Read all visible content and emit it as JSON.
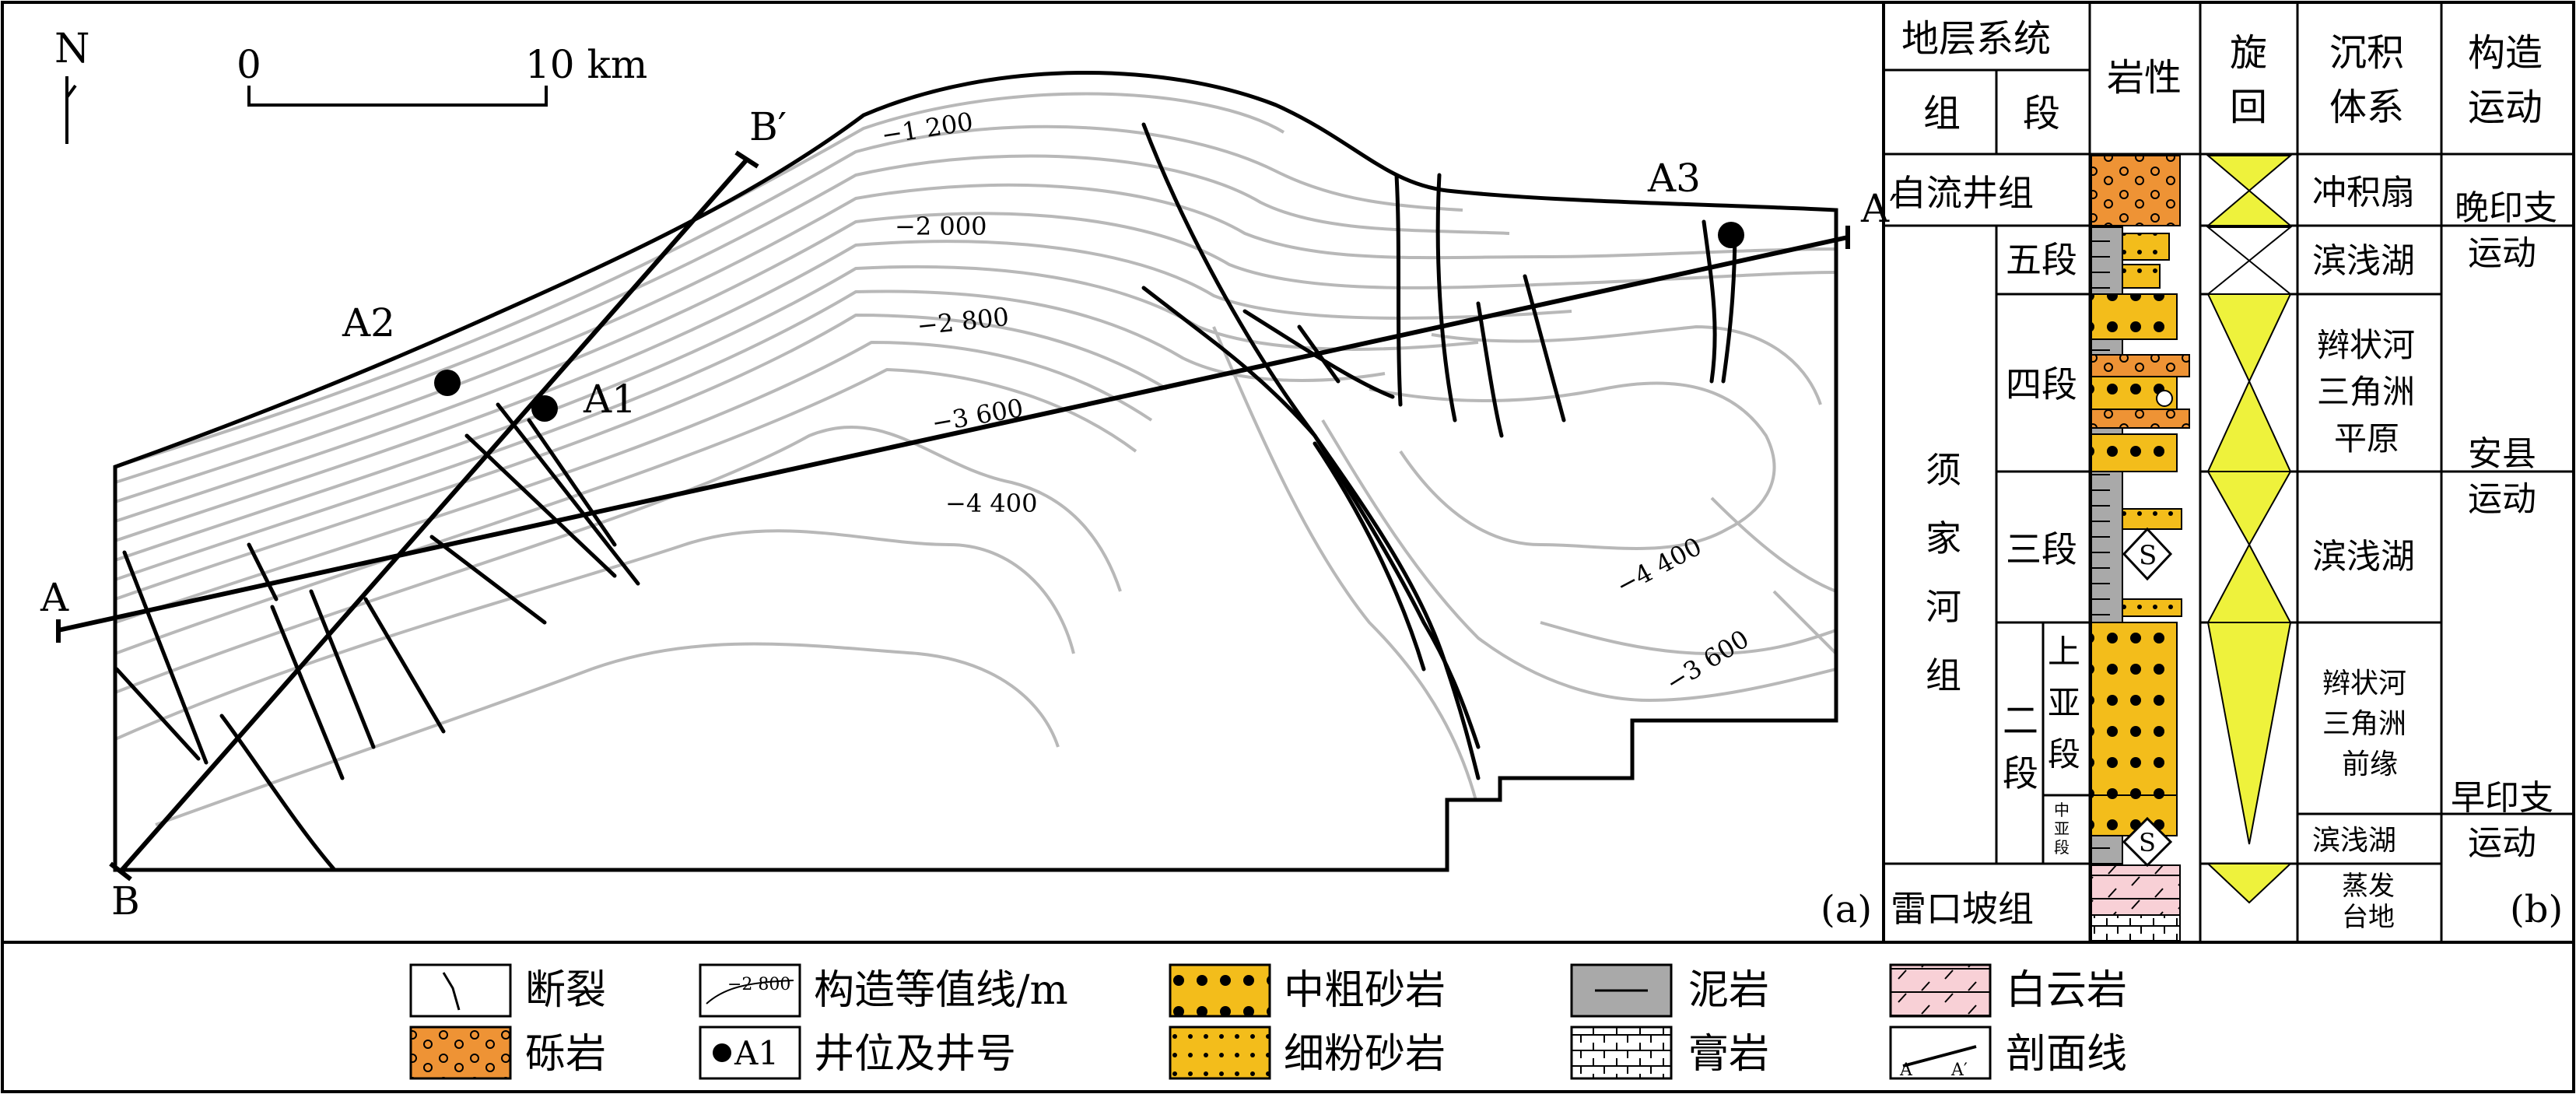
{
  "map": {
    "north": "N",
    "scale": {
      "start": "0",
      "end": "10 km"
    },
    "sections": {
      "a": "A",
      "a_prime": "A′",
      "b": "B",
      "b_prime": "B′"
    },
    "wells": [
      "A1",
      "A2",
      "A3"
    ],
    "contours": [
      "−1 200",
      "−2 000",
      "−2 800",
      "−3 600",
      "−4 400",
      "−4 400",
      "−3 600"
    ],
    "panel": "(a)"
  },
  "column": {
    "header": {
      "system": "地层系统",
      "formation": "组",
      "member": "段",
      "lithology": "岩性",
      "cycle": [
        "旋",
        "回"
      ],
      "sed_system": [
        "沉积",
        "体系"
      ],
      "tectonic": [
        "构造",
        "运动"
      ]
    },
    "formations": {
      "ziliujing": "自流井组",
      "xujiahe": [
        "须",
        "家",
        "河",
        "组"
      ],
      "leikoupo": "雷口坡组"
    },
    "members": {
      "m5": "五段",
      "m4": "四段",
      "m3": "三段",
      "m2": [
        "二",
        "段"
      ],
      "upper": [
        "上",
        "亚",
        "段"
      ],
      "middle": [
        "中",
        "亚",
        "段"
      ]
    },
    "sedimentary": {
      "alluvial_fan": "冲积扇",
      "shore_lake_1": "滨浅湖",
      "braided_plain": [
        "辫状河",
        "三角洲",
        "平原"
      ],
      "shore_lake_2": "滨浅湖",
      "braided_front": [
        "辫状河",
        "三角洲",
        "前缘"
      ],
      "shore_lake_3": "滨浅湖",
      "evap": [
        "蒸发",
        "台地"
      ]
    },
    "tectonic": {
      "late_yinzhi": [
        "晚印支",
        "运动"
      ],
      "anxian": [
        "安县",
        "运动"
      ],
      "early_yinzhi": [
        "早印支",
        "运动"
      ]
    },
    "marker": "S",
    "panel": "(b)"
  },
  "legend": [
    {
      "label": "断裂"
    },
    {
      "label": "构造等值线/m",
      "sample": "−2 800"
    },
    {
      "label": "中粗砂岩"
    },
    {
      "label": "泥岩"
    },
    {
      "label": "白云岩"
    },
    {
      "label": "砾岩"
    },
    {
      "label": "井位及井号",
      "sample": "A1"
    },
    {
      "label": "细粉砂岩"
    },
    {
      "label": "膏岩"
    },
    {
      "label": "剖面线",
      "sample": [
        "A",
        "A′"
      ]
    }
  ],
  "colors": {
    "sandstone": "#f3bd1b",
    "conglomerate": "#ee9335",
    "mudstone": "#a9a9a9",
    "dolomite": "#f8d0d6",
    "cycle": "#eef23c",
    "contour": "#b8b8b8"
  }
}
